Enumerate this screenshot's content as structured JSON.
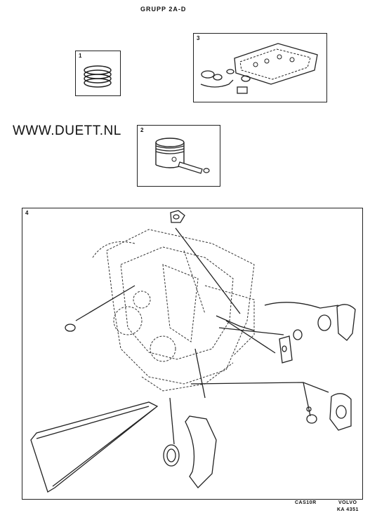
{
  "header": {
    "title": "GRUPP  2A-D"
  },
  "watermark": {
    "text": "WWW.DUETT.NL"
  },
  "panels": [
    {
      "number": "1"
    },
    {
      "number": "2"
    },
    {
      "number": "3"
    },
    {
      "number": "4"
    }
  ],
  "footer": {
    "code_left": "CAS10R",
    "brand": "VOLVO",
    "ref": "KA 4351"
  }
}
